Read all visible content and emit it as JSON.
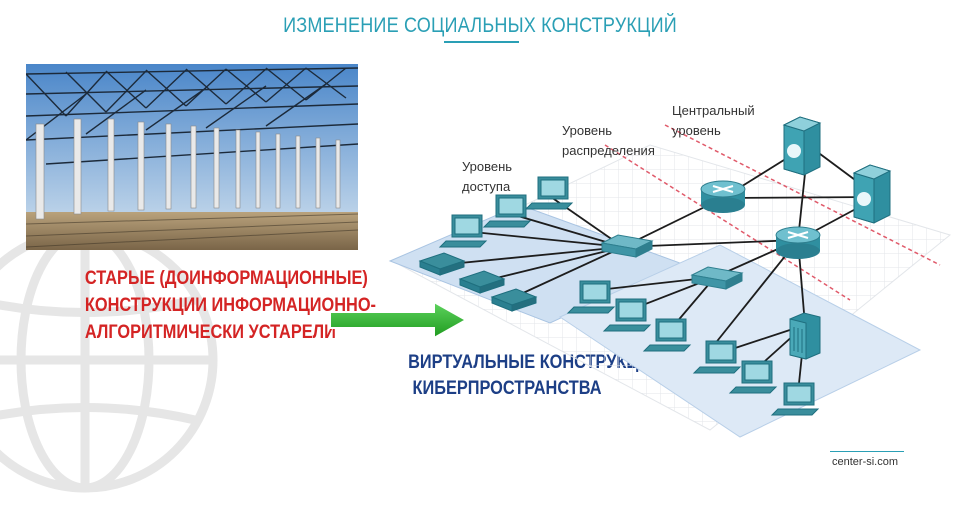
{
  "slide": {
    "title": "ИЗМЕНЕНИЕ СОЦИАЛЬНЫХ КОНСТРУКЦИЙ",
    "old_structures": {
      "line1": "СТАРЫЕ (ДОИНФОРМАЦИОННЫЕ)",
      "line2": "КОНСТРУКЦИИ ИНФОРМАЦИОННО-",
      "line3": "АЛГОРИТМИЧЕСКИ УСТАРЕЛИ"
    },
    "virtual_structures": {
      "line1": "ВИРТУАЛЬНЫЕ КОНСТРУКЦИИ",
      "line2": "КИБЕРПРОСТРАНСТВА"
    },
    "network_labels": {
      "access_1": "Уровень",
      "access_2": "доступа",
      "distribution_1": "Уровень",
      "distribution_2": "распределения",
      "core_1": "Центральный",
      "core_2": "уровень"
    },
    "website": "center-si.com"
  },
  "colors": {
    "title": "#2a9fb5",
    "old_text": "#d42424",
    "virtual_text": "#1d3f86",
    "arrow": "#2fb52f"
  }
}
